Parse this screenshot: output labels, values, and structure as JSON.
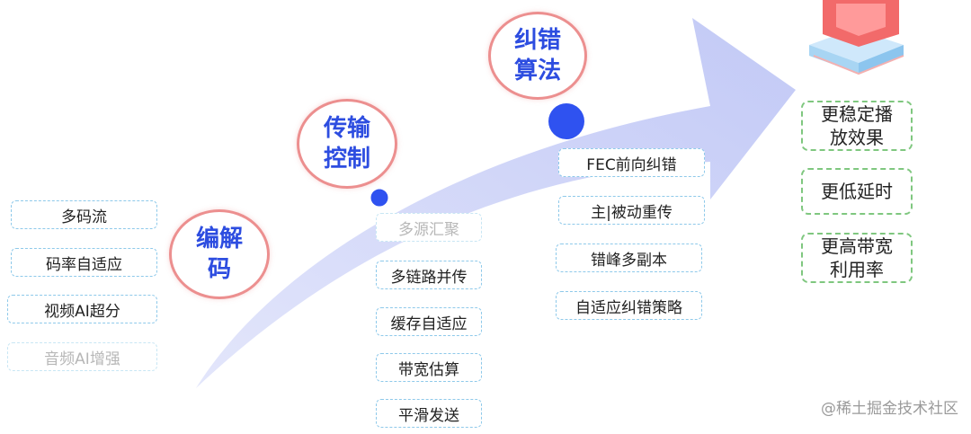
{
  "stages": {
    "codec": {
      "line1": "编解",
      "line2": "码"
    },
    "transport": {
      "line1": "传输",
      "line2": "控制"
    },
    "fec": {
      "line1": "纠错",
      "line2": "算法"
    }
  },
  "codec_items": [
    {
      "label": "多码流",
      "faded": false
    },
    {
      "label": "码率自适应",
      "faded": false
    },
    {
      "label": "视频AI超分",
      "faded": false
    },
    {
      "label": "音频AI增强",
      "faded": true
    }
  ],
  "transport_items": [
    {
      "label": "多源汇聚",
      "faded": true
    },
    {
      "label": "多链路并传",
      "faded": false
    },
    {
      "label": "缓存自适应",
      "faded": false
    },
    {
      "label": "带宽估算",
      "faded": false
    },
    {
      "label": "平滑发送",
      "faded": false
    }
  ],
  "fec_items": [
    {
      "label": "FEC前向纠错",
      "faded": false
    },
    {
      "label": "主|被动重传",
      "faded": false
    },
    {
      "label": "错峰多副本",
      "faded": false
    },
    {
      "label": "自适应纠错策略",
      "faded": false
    }
  ],
  "results": [
    {
      "line1": "更稳定播",
      "line2": "放效果"
    },
    {
      "line1": "更低延时",
      "line2": ""
    },
    {
      "line1": "更高带宽",
      "line2": "利用率"
    }
  ],
  "watermark": "@稀土掘金技术社区",
  "colors": {
    "arrow": "#c9cff8",
    "circle_border": "#ec8f8f",
    "stage_text": "#2d4de0",
    "box_border": "#8ec9ea",
    "result_border": "#7fc77f",
    "dot": "#2f52f0"
  }
}
